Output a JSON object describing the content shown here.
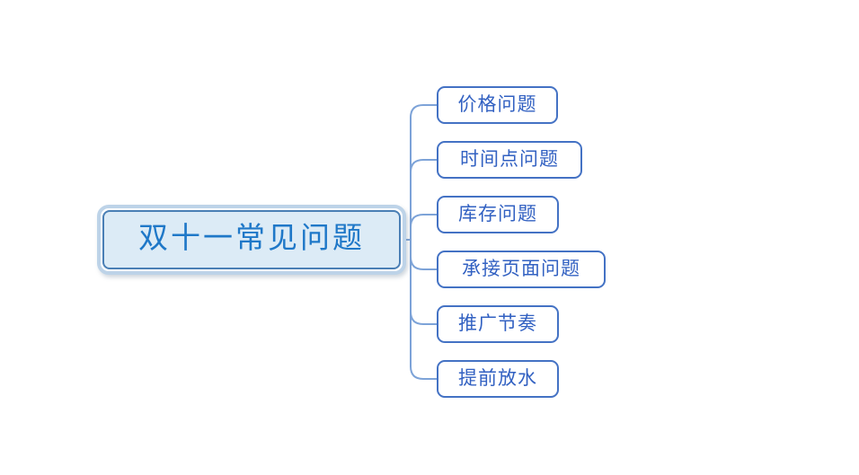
{
  "diagram": {
    "type": "mindmap",
    "root": {
      "label": "双十一常见问题"
    },
    "topics": [
      {
        "label": "价格问题"
      },
      {
        "label": "时间点问题"
      },
      {
        "label": "库存问题"
      },
      {
        "label": "承接页面问题"
      },
      {
        "label": "推广节奏"
      },
      {
        "label": "提前放水"
      }
    ],
    "colors": {
      "background": "#ffffff",
      "root_fill": "#dcebf6",
      "root_border": "#4a7fb5",
      "root_halo": "#bdd3e8",
      "root_text": "#1f78c8",
      "topic_border": "#4472c4",
      "topic_text": "#3261c2",
      "connector": "#7da3d8"
    }
  }
}
